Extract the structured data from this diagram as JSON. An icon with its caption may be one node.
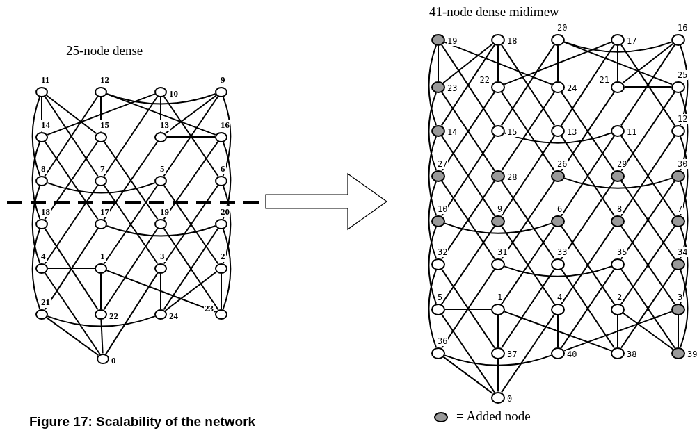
{
  "diagram": {
    "caption": "Figure 17: Scalability of the network",
    "nodes": [
      {
        "text": [
          "11"
        ]
      },
      {
        "text": [
          "12"
        ]
      },
      {
        "text": [
          "10"
        ]
      },
      {
        "text": [
          "9"
        ]
      },
      {
        "text": [
          "14"
        ]
      },
      {
        "text": [
          "15"
        ]
      },
      {
        "text": [
          "13"
        ]
      },
      {
        "text": [
          "16"
        ]
      },
      {
        "text": [
          "8"
        ]
      },
      {
        "text": [
          "7"
        ]
      },
      {
        "text": [
          "5"
        ]
      },
      {
        "text": [
          "6"
        ]
      },
      {
        "text": [
          "18"
        ]
      },
      {
        "text": [
          "17"
        ]
      },
      {
        "text": [
          "19"
        ]
      },
      {
        "text": [
          "20"
        ]
      },
      {
        "text": [
          "4"
        ]
      },
      {
        "text": [
          "1"
        ]
      },
      {
        "text": [
          "3"
        ]
      },
      {
        "text": [
          "2"
        ]
      },
      {
        "text": [
          "21"
        ]
      },
      {
        "text": [
          "22"
        ]
      },
      {
        "text": [
          "24"
        ]
      },
      {
        "text": [
          "23"
        ]
      },
      {
        "text": [
          "0"
        ]
      },
      {
        "text": [
          "19"
        ]
      },
      {
        "text": [
          "18"
        ]
      },
      {
        "text": [
          "20"
        ]
      },
      {
        "text": [
          "17"
        ]
      },
      {
        "text": [
          "16"
        ]
      },
      {
        "text": [
          "23"
        ]
      },
      {
        "text": [
          "22"
        ]
      },
      {
        "text": [
          "24"
        ]
      },
      {
        "text": [
          "21"
        ]
      },
      {
        "text": [
          "25"
        ]
      },
      {
        "text": [
          "14"
        ]
      },
      {
        "text": [
          "15"
        ]
      },
      {
        "text": [
          "13"
        ]
      },
      {
        "text": [
          "11"
        ]
      },
      {
        "text": [
          "12"
        ]
      },
      {
        "text": [
          "27"
        ]
      },
      {
        "text": [
          "28"
        ]
      },
      {
        "text": [
          "26"
        ]
      },
      {
        "text": [
          "29"
        ]
      },
      {
        "text": [
          "30"
        ]
      },
      {
        "text": [
          "10"
        ]
      },
      {
        "text": [
          "9"
        ]
      },
      {
        "text": [
          "6"
        ]
      },
      {
        "text": [
          "8"
        ]
      },
      {
        "text": [
          "7"
        ]
      },
      {
        "text": [
          "32"
        ]
      },
      {
        "text": [
          "31"
        ]
      },
      {
        "text": [
          "33"
        ]
      },
      {
        "text": [
          "35"
        ]
      },
      {
        "text": [
          "34"
        ]
      },
      {
        "text": [
          "5"
        ]
      },
      {
        "text": [
          "1"
        ]
      },
      {
        "text": [
          "4"
        ]
      },
      {
        "text": [
          "2"
        ]
      },
      {
        "text": [
          "3"
        ]
      },
      {
        "text": [
          "36"
        ]
      },
      {
        "text": [
          "37"
        ]
      },
      {
        "text": [
          "40"
        ]
      },
      {
        "text": [
          "38"
        ]
      },
      {
        "text": [
          "39"
        ]
      },
      {
        "text": [
          "0"
        ]
      }
    ],
    "edges": [
      {
        "from": 24,
        "to": 18,
        "arrow": "none"
      },
      {
        "from": 24,
        "to": 16,
        "arrow": "none"
      },
      {
        "from": 17,
        "to": 16,
        "arrow": "none"
      },
      {
        "from": 17,
        "to": 10,
        "arrow": "none"
      },
      {
        "from": 19,
        "to": 10,
        "arrow": "none"
      },
      {
        "from": 19,
        "to": 11,
        "arrow": "none"
      },
      {
        "from": 18,
        "to": 11,
        "arrow": "none"
      },
      {
        "from": 18,
        "to": 9,
        "arrow": "none"
      },
      {
        "from": 16,
        "to": 9,
        "arrow": "none"
      },
      {
        "from": 16,
        "to": 8,
        "arrow": "none"
      },
      {
        "from": 10,
        "to": 8,
        "arrow": "none"
      },
      {
        "from": 10,
        "to": 3,
        "arrow": "none"
      },
      {
        "from": 11,
        "to": 3,
        "arrow": "none"
      },
      {
        "from": 11,
        "to": 2,
        "arrow": "none"
      },
      {
        "from": 9,
        "to": 2,
        "arrow": "none"
      },
      {
        "from": 9,
        "to": 0,
        "arrow": "none"
      },
      {
        "from": 8,
        "to": 0,
        "arrow": "none"
      },
      {
        "from": 8,
        "to": 1,
        "arrow": "none"
      },
      {
        "from": 3,
        "to": 1,
        "arrow": "none"
      },
      {
        "from": 3,
        "to": 6,
        "arrow": "none"
      },
      {
        "from": 2,
        "to": 6,
        "arrow": "none"
      },
      {
        "from": 2,
        "to": 4,
        "arrow": "none"
      },
      {
        "from": 0,
        "to": 4,
        "arrow": "none"
      },
      {
        "from": 0,
        "to": 5,
        "arrow": "none"
      },
      {
        "from": 1,
        "to": 5,
        "arrow": "none"
      },
      {
        "from": 1,
        "to": 7,
        "arrow": "none"
      },
      {
        "from": 6,
        "to": 7,
        "arrow": "none"
      },
      {
        "from": 6,
        "to": 13,
        "arrow": "none"
      },
      {
        "from": 4,
        "to": 13,
        "arrow": "none"
      },
      {
        "from": 4,
        "to": 12,
        "arrow": "none"
      },
      {
        "from": 5,
        "to": 12,
        "arrow": "none"
      },
      {
        "from": 5,
        "to": 14,
        "arrow": "none"
      },
      {
        "from": 7,
        "to": 14,
        "arrow": "none"
      },
      {
        "from": 7,
        "to": 15,
        "arrow": "none"
      },
      {
        "from": 13,
        "to": 15,
        "arrow": "none"
      },
      {
        "from": 13,
        "to": 20,
        "arrow": "none"
      },
      {
        "from": 12,
        "to": 20,
        "arrow": "none"
      },
      {
        "from": 12,
        "to": 21,
        "arrow": "none"
      },
      {
        "from": 14,
        "to": 21,
        "arrow": "none"
      },
      {
        "from": 14,
        "to": 23,
        "arrow": "none"
      },
      {
        "from": 15,
        "to": 23,
        "arrow": "none"
      },
      {
        "from": 15,
        "to": 22,
        "arrow": "none"
      },
      {
        "from": 20,
        "to": 22,
        "arrow": "none"
      },
      {
        "from": 20,
        "to": 24,
        "arrow": "none"
      },
      {
        "from": 21,
        "to": 24,
        "arrow": "none"
      },
      {
        "from": 21,
        "to": 17,
        "arrow": "none"
      },
      {
        "from": 23,
        "to": 17,
        "arrow": "none"
      },
      {
        "from": 23,
        "to": 19,
        "arrow": "none"
      },
      {
        "from": 22,
        "to": 19,
        "arrow": "none"
      },
      {
        "from": 22,
        "to": 18,
        "arrow": "none"
      },
      {
        "from": 65,
        "to": 57,
        "arrow": "none"
      },
      {
        "from": 65,
        "to": 55,
        "arrow": "none"
      },
      {
        "from": 56,
        "to": 55,
        "arrow": "none"
      },
      {
        "from": 56,
        "to": 47,
        "arrow": "none"
      },
      {
        "from": 58,
        "to": 47,
        "arrow": "none"
      },
      {
        "from": 58,
        "to": 49,
        "arrow": "none"
      },
      {
        "from": 59,
        "to": 49,
        "arrow": "none"
      },
      {
        "from": 59,
        "to": 48,
        "arrow": "none"
      },
      {
        "from": 57,
        "to": 48,
        "arrow": "none"
      },
      {
        "from": 57,
        "to": 46,
        "arrow": "none"
      },
      {
        "from": 55,
        "to": 46,
        "arrow": "none"
      },
      {
        "from": 55,
        "to": 45,
        "arrow": "none"
      },
      {
        "from": 47,
        "to": 45,
        "arrow": "none"
      },
      {
        "from": 47,
        "to": 38,
        "arrow": "none"
      },
      {
        "from": 49,
        "to": 38,
        "arrow": "none"
      },
      {
        "from": 49,
        "to": 39,
        "arrow": "none"
      },
      {
        "from": 48,
        "to": 39,
        "arrow": "none"
      },
      {
        "from": 48,
        "to": 37,
        "arrow": "none"
      },
      {
        "from": 46,
        "to": 37,
        "arrow": "none"
      },
      {
        "from": 46,
        "to": 35,
        "arrow": "none"
      },
      {
        "from": 45,
        "to": 35,
        "arrow": "none"
      },
      {
        "from": 45,
        "to": 36,
        "arrow": "none"
      },
      {
        "from": 38,
        "to": 36,
        "arrow": "none"
      },
      {
        "from": 38,
        "to": 29,
        "arrow": "none"
      },
      {
        "from": 39,
        "to": 29,
        "arrow": "none"
      },
      {
        "from": 39,
        "to": 28,
        "arrow": "none"
      },
      {
        "from": 37,
        "to": 28,
        "arrow": "none"
      },
      {
        "from": 37,
        "to": 26,
        "arrow": "none"
      },
      {
        "from": 35,
        "to": 26,
        "arrow": "none"
      },
      {
        "from": 35,
        "to": 25,
        "arrow": "none"
      },
      {
        "from": 36,
        "to": 25,
        "arrow": "none"
      },
      {
        "from": 36,
        "to": 27,
        "arrow": "none"
      },
      {
        "from": 29,
        "to": 27,
        "arrow": "none"
      },
      {
        "from": 29,
        "to": 33,
        "arrow": "none"
      },
      {
        "from": 28,
        "to": 33,
        "arrow": "none"
      },
      {
        "from": 28,
        "to": 31,
        "arrow": "none"
      },
      {
        "from": 26,
        "to": 31,
        "arrow": "none"
      },
      {
        "from": 26,
        "to": 30,
        "arrow": "none"
      },
      {
        "from": 25,
        "to": 30,
        "arrow": "none"
      },
      {
        "from": 25,
        "to": 32,
        "arrow": "none"
      },
      {
        "from": 27,
        "to": 32,
        "arrow": "none"
      },
      {
        "from": 27,
        "to": 34,
        "arrow": "none"
      },
      {
        "from": 33,
        "to": 34,
        "arrow": "none"
      },
      {
        "from": 33,
        "to": 42,
        "arrow": "none"
      },
      {
        "from": 31,
        "to": 42,
        "arrow": "none"
      },
      {
        "from": 31,
        "to": 40,
        "arrow": "none"
      },
      {
        "from": 30,
        "to": 40,
        "arrow": "none"
      },
      {
        "from": 30,
        "to": 41,
        "arrow": "none"
      },
      {
        "from": 32,
        "to": 41,
        "arrow": "none"
      },
      {
        "from": 32,
        "to": 43,
        "arrow": "none"
      },
      {
        "from": 34,
        "to": 43,
        "arrow": "none"
      },
      {
        "from": 34,
        "to": 44,
        "arrow": "none"
      },
      {
        "from": 42,
        "to": 44,
        "arrow": "none"
      },
      {
        "from": 42,
        "to": 51,
        "arrow": "none"
      },
      {
        "from": 40,
        "to": 51,
        "arrow": "none"
      },
      {
        "from": 40,
        "to": 50,
        "arrow": "none"
      },
      {
        "from": 41,
        "to": 50,
        "arrow": "none"
      },
      {
        "from": 41,
        "to": 52,
        "arrow": "none"
      },
      {
        "from": 43,
        "to": 52,
        "arrow": "none"
      },
      {
        "from": 43,
        "to": 54,
        "arrow": "none"
      },
      {
        "from": 44,
        "to": 54,
        "arrow": "none"
      },
      {
        "from": 44,
        "to": 53,
        "arrow": "none"
      },
      {
        "from": 51,
        "to": 53,
        "arrow": "none"
      },
      {
        "from": 51,
        "to": 60,
        "arrow": "none"
      },
      {
        "from": 50,
        "to": 60,
        "arrow": "none"
      },
      {
        "from": 50,
        "to": 61,
        "arrow": "none"
      },
      {
        "from": 52,
        "to": 61,
        "arrow": "none"
      },
      {
        "from": 52,
        "to": 63,
        "arrow": "none"
      },
      {
        "from": 54,
        "to": 63,
        "arrow": "none"
      },
      {
        "from": 54,
        "to": 64,
        "arrow": "none"
      },
      {
        "from": 53,
        "to": 64,
        "arrow": "none"
      },
      {
        "from": 53,
        "to": 62,
        "arrow": "none"
      },
      {
        "from": 60,
        "to": 62,
        "arrow": "none"
      },
      {
        "from": 60,
        "to": 65,
        "arrow": "none"
      },
      {
        "from": 61,
        "to": 65,
        "arrow": "none"
      },
      {
        "from": 61,
        "to": 56,
        "arrow": "none"
      },
      {
        "from": 63,
        "to": 56,
        "arrow": "none"
      },
      {
        "from": 63,
        "to": 58,
        "arrow": "none"
      },
      {
        "from": 64,
        "to": 58,
        "arrow": "none"
      },
      {
        "from": 64,
        "to": 59,
        "arrow": "none"
      },
      {
        "from": 62,
        "to": 59,
        "arrow": "none"
      },
      {
        "from": 62,
        "to": 57,
        "arrow": "none"
      }
    ],
    "labels": [
      "25-node dense",
      "41-node dense midimew"
    ],
    "legend": [
      {
        "text": "= Added node",
        "color": "#999999"
      }
    ]
  }
}
